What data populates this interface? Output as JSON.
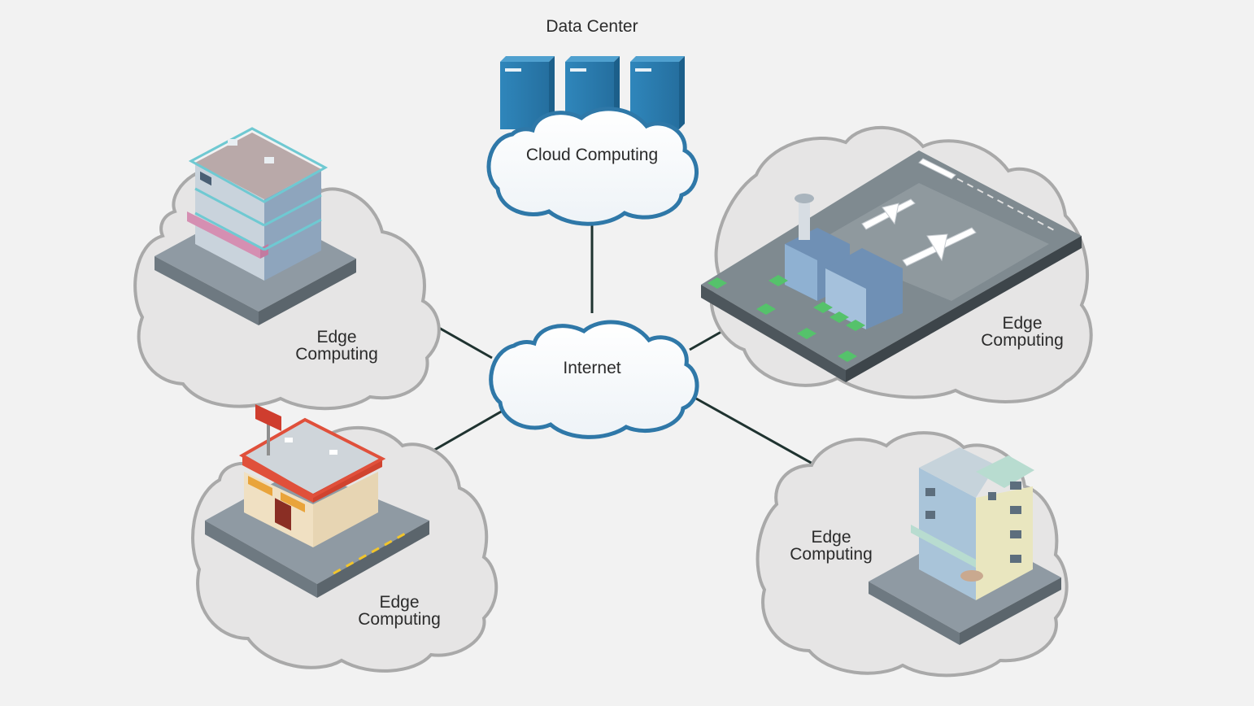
{
  "diagram": {
    "data_center_label": "Data Center",
    "cloud_label": "Cloud Computing",
    "internet_label": "Internet",
    "edge_nodes": [
      {
        "line1": "Edge",
        "line2": "Computing",
        "building": "apartment-building"
      },
      {
        "line1": "Edge",
        "line2": "Computing",
        "building": "airport"
      },
      {
        "line1": "Edge",
        "line2": "Computing",
        "building": "fast-food-restaurant"
      },
      {
        "line1": "Edge",
        "line2": "Computing",
        "building": "residential-building"
      }
    ],
    "colors": {
      "background": "#f2f2f2",
      "server": "#2a7aab",
      "cloud_outline": "#2f78a8",
      "edge_cloud_fill": "#e6e5e5",
      "edge_cloud_outline": "#a9a9a9",
      "connector": "#1f3330"
    }
  }
}
